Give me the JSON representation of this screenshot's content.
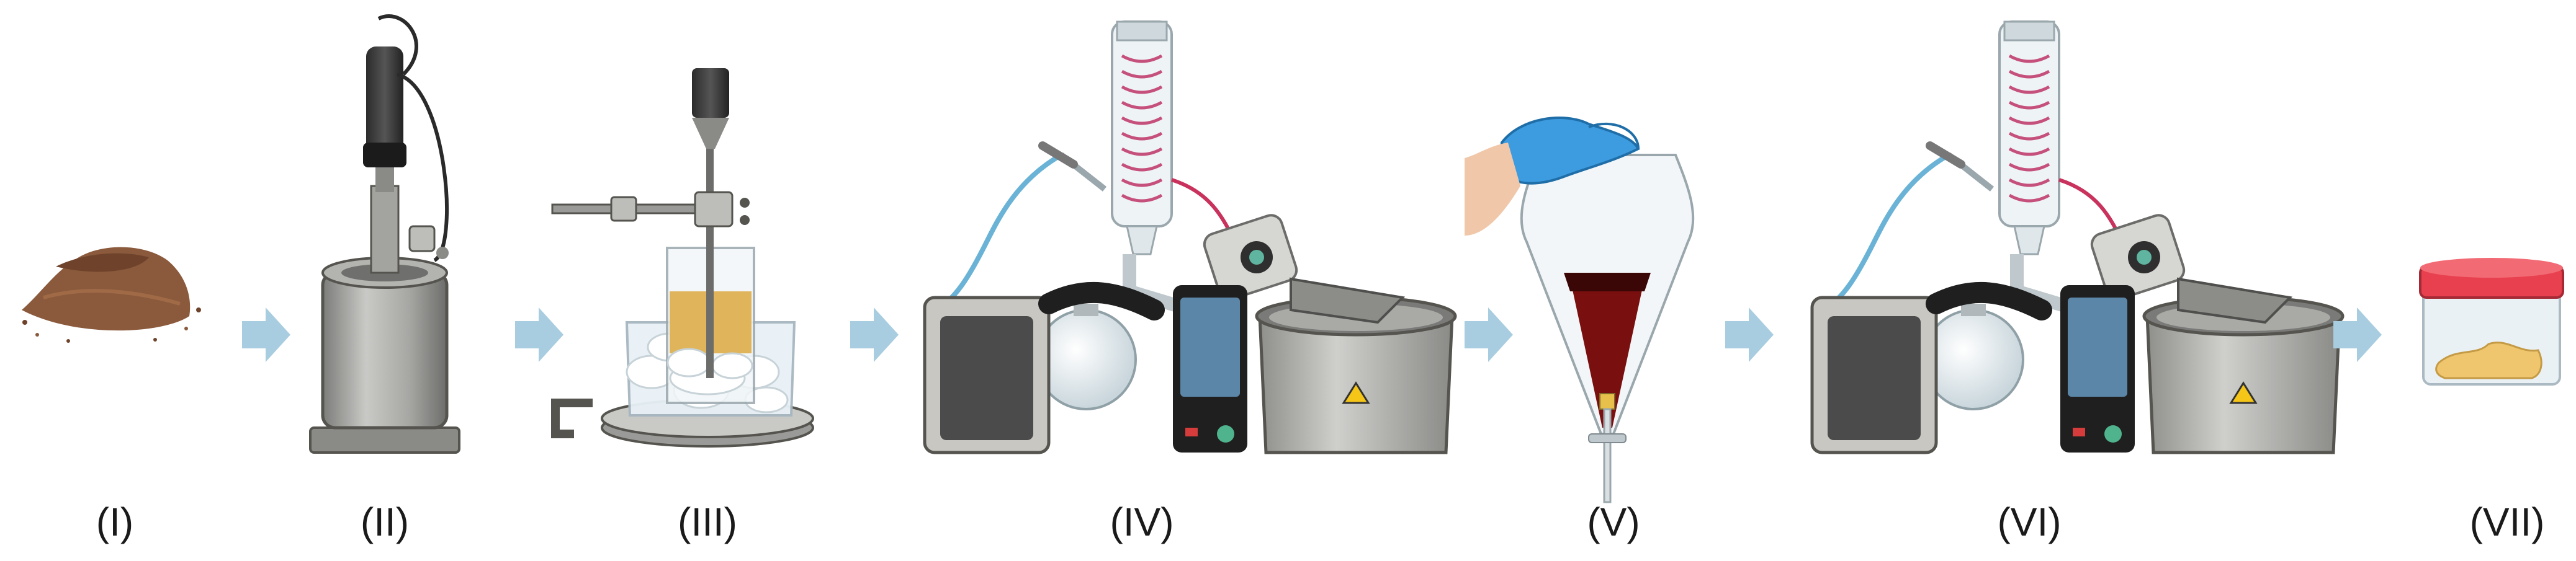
{
  "steps": [
    {
      "label": "(I)",
      "icon": "powder-pile-icon"
    },
    {
      "label": "(II)",
      "icon": "homogenizer-icon"
    },
    {
      "label": "(III)",
      "icon": "ice-bath-stirrer-icon"
    },
    {
      "label": "(IV)",
      "icon": "rotary-evaporator-icon"
    },
    {
      "label": "(V)",
      "icon": "separatory-funnel-icon"
    },
    {
      "label": "(VI)",
      "icon": "rotary-evaporator-icon"
    },
    {
      "label": "(VII)",
      "icon": "sample-jar-icon"
    }
  ],
  "colors": {
    "arrow": "#a9cde0",
    "powder": "#8b5a3c",
    "steel": "#9a9a98",
    "liquid_dark": "#7a0f0f",
    "jar_lid": "#e8404e",
    "glove": "#3d9be0"
  }
}
